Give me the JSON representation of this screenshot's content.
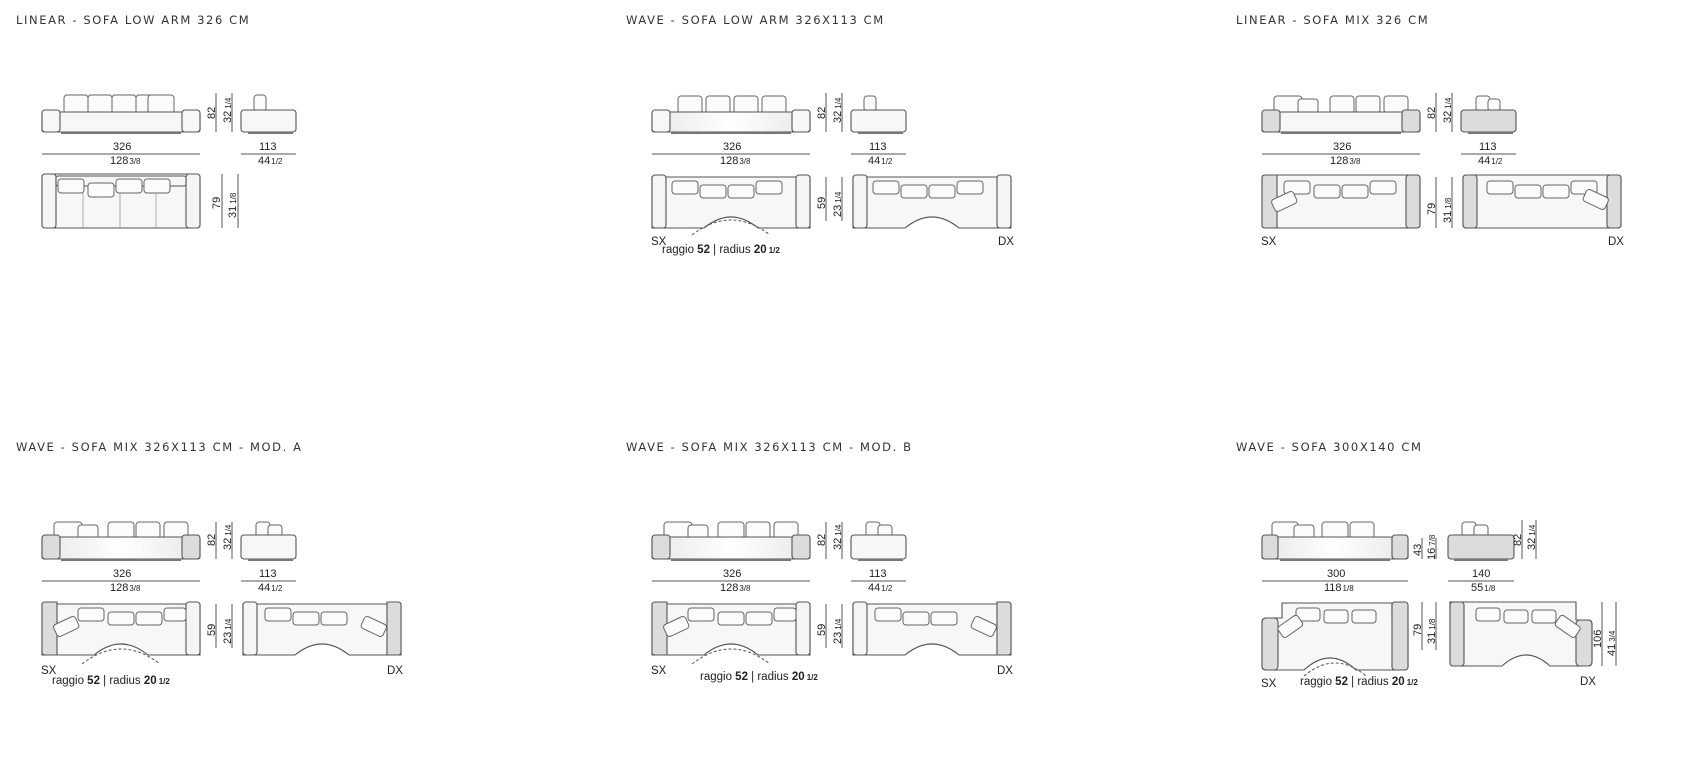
{
  "panels": [
    {
      "title": "LINEAR - SOFA LOW ARM 326 CM",
      "front_width": "326",
      "front_width_in": "128",
      "front_width_in_frac": "3/8",
      "height": "82",
      "height_in": "32",
      "height_in_frac": "1/4",
      "side_width": "113",
      "side_width_in": "44",
      "side_width_in_frac": "1/2",
      "top_depth": "79",
      "top_depth_in": "31",
      "top_depth_in_frac": "1/8"
    },
    {
      "title": "WAVE - SOFA LOW ARM 326X113 CM",
      "front_width": "326",
      "front_width_in": "128",
      "front_width_in_frac": "3/8",
      "height": "82",
      "height_in": "32",
      "height_in_frac": "1/4",
      "side_width": "113",
      "side_width_in": "44",
      "side_width_in_frac": "1/2",
      "top_depth": "59",
      "top_depth_in": "23",
      "top_depth_in_frac": "1/4",
      "left_label": "SX",
      "right_label": "DX",
      "radius_prefix": "raggio",
      "radius_cm": "52",
      "radius_sep": "| radius",
      "radius_in": "20",
      "radius_in_frac": "1/2"
    },
    {
      "title": "LINEAR - SOFA MIX 326 CM",
      "front_width": "326",
      "front_width_in": "128",
      "front_width_in_frac": "3/8",
      "height": "82",
      "height_in": "32",
      "height_in_frac": "1/4",
      "side_width": "113",
      "side_width_in": "44",
      "side_width_in_frac": "1/2",
      "top_depth": "79",
      "top_depth_in": "31",
      "top_depth_in_frac": "1/8",
      "left_label": "SX",
      "right_label": "DX"
    },
    {
      "title": "WAVE - SOFA MIX 326X113 CM - MOD. A",
      "front_width": "326",
      "front_width_in": "128",
      "front_width_in_frac": "3/8",
      "height": "82",
      "height_in": "32",
      "height_in_frac": "1/4",
      "side_width": "113",
      "side_width_in": "44",
      "side_width_in_frac": "1/2",
      "top_depth": "59",
      "top_depth_in": "23",
      "top_depth_in_frac": "1/4",
      "left_label": "SX",
      "right_label": "DX",
      "radius_prefix": "raggio",
      "radius_cm": "52",
      "radius_sep": "| radius",
      "radius_in": "20",
      "radius_in_frac": "1/2"
    },
    {
      "title": "WAVE - SOFA MIX 326X113 CM - MOD. B",
      "front_width": "326",
      "front_width_in": "128",
      "front_width_in_frac": "3/8",
      "height": "82",
      "height_in": "32",
      "height_in_frac": "1/4",
      "side_width": "113",
      "side_width_in": "44",
      "side_width_in_frac": "1/2",
      "top_depth": "59",
      "top_depth_in": "23",
      "top_depth_in_frac": "1/4",
      "left_label": "SX",
      "right_label": "DX",
      "radius_prefix": "raggio",
      "radius_cm": "52",
      "radius_sep": "| radius",
      "radius_in": "20",
      "radius_in_frac": "1/2"
    },
    {
      "title": "WAVE - SOFA 300X140 CM",
      "front_width": "300",
      "front_width_in": "118",
      "front_width_in_frac": "1/8",
      "seat_height": "43",
      "seat_height_in": "16",
      "seat_height_in_frac": "7/8",
      "height": "82",
      "height_in": "32",
      "height_in_frac": "1/4",
      "side_width": "140",
      "side_width_in": "55",
      "side_width_in_frac": "1/8",
      "top_depth": "79",
      "top_depth_in": "31",
      "top_depth_in_frac": "1/8",
      "top_depth2": "106",
      "top_depth2_in": "41",
      "top_depth2_in_frac": "3/4",
      "left_label": "SX",
      "right_label": "DX",
      "radius_prefix": "raggio",
      "radius_cm": "52",
      "radius_sep": "| radius",
      "radius_in": "20",
      "radius_in_frac": "1/2"
    }
  ]
}
